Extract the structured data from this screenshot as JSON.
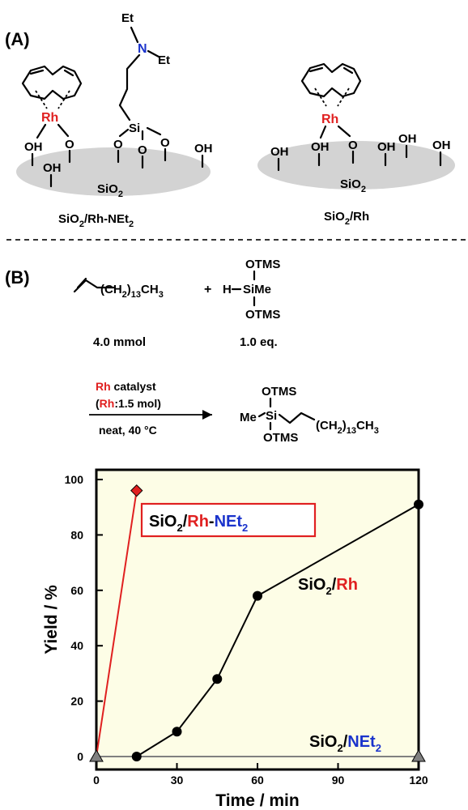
{
  "colors": {
    "rh": "#e02020",
    "n": "#1a33cc",
    "silica": "#d3d3d3",
    "plot_bg": "#fdfde6",
    "frame": "#000000"
  },
  "panel_a": {
    "label": "(A)",
    "left": {
      "metal": "Rh",
      "oh": "OH",
      "o": "O",
      "si": "Si",
      "n": "N",
      "et": "Et",
      "support_prefix": "SiO",
      "support_sub": "2",
      "caption_prefix": "SiO",
      "caption_sub1": "2",
      "caption_mid": "/Rh-NEt",
      "caption_sub2": "2"
    },
    "right": {
      "metal": "Rh",
      "oh": "OH",
      "o": "O",
      "support_prefix": "SiO",
      "support_sub": "2",
      "caption_prefix": "SiO",
      "caption_sub": "2",
      "caption_suffix": "/Rh"
    }
  },
  "panel_b": {
    "label": "(B)",
    "alkene_chain": "(CH",
    "alkene_sub": "2",
    "alkene_sub_13": "13",
    "alkene_end": "CH",
    "alkene_end_sub": "3",
    "plus": "+",
    "silane_h": "H",
    "silane_center": "SiMe",
    "silane_si": "Si",
    "silane_otms": "OTMS",
    "alkene_amount": "4.0 mmol",
    "silane_amount": "1.0 eq.",
    "cond_rh": "Rh",
    "cond_catalyst": " catalyst",
    "cond_line2_open": "(",
    "cond_line2_rh": "Rh",
    "cond_line2_rest": ":1.5   mol)",
    "cond_line3": "neat, 40 °C",
    "prod_me": "Me",
    "prod_si": "Si",
    "prod_otms": "OTMS",
    "prod_chain": "(CH",
    "prod_sub": "2",
    "prod_sub13": "13",
    "prod_end": "CH",
    "prod_end_sub": "3"
  },
  "chart_data": {
    "type": "line",
    "xlabel": "Time / min",
    "ylabel": "Yield / %",
    "xlim": [
      0,
      120
    ],
    "ylim": [
      0,
      100
    ],
    "xticks": [
      0,
      30,
      60,
      90,
      120
    ],
    "yticks": [
      0,
      20,
      40,
      60,
      80,
      100
    ],
    "series": [
      {
        "name": "SiO2/Rh-NEt2",
        "color": "#e02020",
        "marker": "diamond",
        "x": [
          0,
          15
        ],
        "y": [
          0,
          96
        ]
      },
      {
        "name": "SiO2/Rh",
        "color": "#000000",
        "marker": "circle",
        "x": [
          15,
          30,
          45,
          60,
          120
        ],
        "y": [
          0,
          9,
          28,
          58,
          91
        ]
      },
      {
        "name": "SiO2/NEt2",
        "color": "#808080",
        "marker": "triangle",
        "x": [
          0,
          120
        ],
        "y": [
          0,
          0
        ]
      }
    ],
    "legend_rh_net2": {
      "prefix": "SiO",
      "sub": "2",
      "slash": "/",
      "rh": "Rh",
      "dash": "-",
      "net": "NEt",
      "sub2": "2"
    },
    "label_rh": {
      "prefix": "SiO",
      "sub": "2",
      "slash": "/",
      "rh": "Rh"
    },
    "label_net2": {
      "prefix": "SiO",
      "sub": "2",
      "slash": "/",
      "net": "NEt",
      "sub2": "2"
    }
  }
}
